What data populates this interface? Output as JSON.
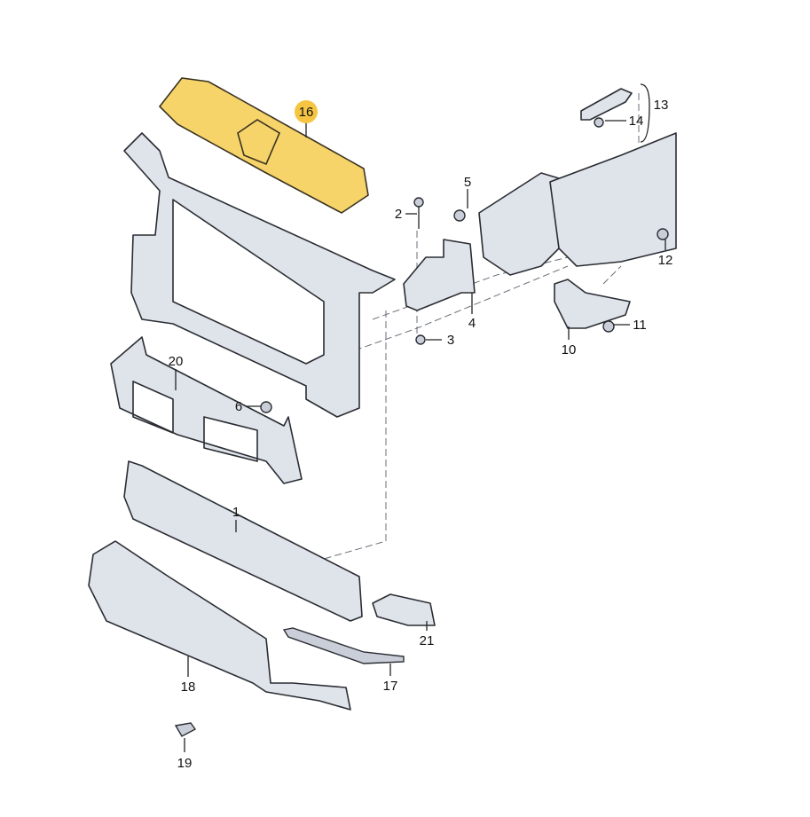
{
  "diagram": {
    "title": "Front-end assembly exploded parts diagram",
    "highlight_color": "#f5c542",
    "highlighted_part": "16",
    "labels": [
      "1",
      "2",
      "3",
      "4",
      "5",
      "6",
      "10",
      "11",
      "12",
      "13",
      "14",
      "16",
      "17",
      "18",
      "19",
      "20",
      "21"
    ]
  }
}
